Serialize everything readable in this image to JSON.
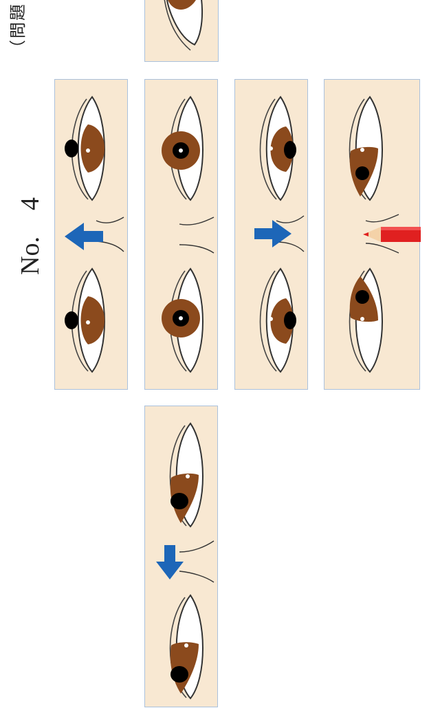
{
  "problem": {
    "label": "（問題",
    "number": "No.　4"
  },
  "icons": {
    "eye": "eye-icon",
    "arrow": "arrow-icon",
    "pencil": "pencil-icon"
  },
  "colors": {
    "background": "#ffffff",
    "panel_fill": "#f8e8d2",
    "panel_border": "#aac1dc",
    "iris": "#8b4a1d",
    "arrow": "#1d66b8",
    "pencil": "#e02020"
  },
  "panels": [
    {
      "id": "panel-partial-top",
      "eyes": [
        "gaze-up"
      ],
      "marker": "none"
    },
    {
      "id": "panel-gaze-left",
      "eyes": [
        "gaze-left",
        "gaze-left"
      ],
      "marker": "arrow-left"
    },
    {
      "id": "panel-gaze-center",
      "eyes": [
        "gaze-center",
        "gaze-center"
      ],
      "marker": "none"
    },
    {
      "id": "panel-gaze-right",
      "eyes": [
        "gaze-right",
        "gaze-right"
      ],
      "marker": "arrow-right"
    },
    {
      "id": "panel-pencil-target",
      "eyes": [
        "gaze-converge",
        "gaze-converge"
      ],
      "marker": "pencil"
    },
    {
      "id": "panel-gaze-down",
      "eyes": [
        "gaze-down",
        "gaze-down"
      ],
      "marker": "arrow-down"
    }
  ]
}
